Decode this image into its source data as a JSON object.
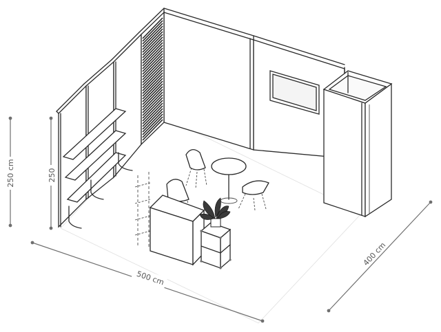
{
  "dimensions": {
    "height_outer": "250 cm",
    "height_inner": "250",
    "width": "500 cm",
    "depth": "400 cm"
  },
  "colors": {
    "line": "#2a2a2a",
    "dimension": "#6f6f6f",
    "background": "#ffffff"
  }
}
